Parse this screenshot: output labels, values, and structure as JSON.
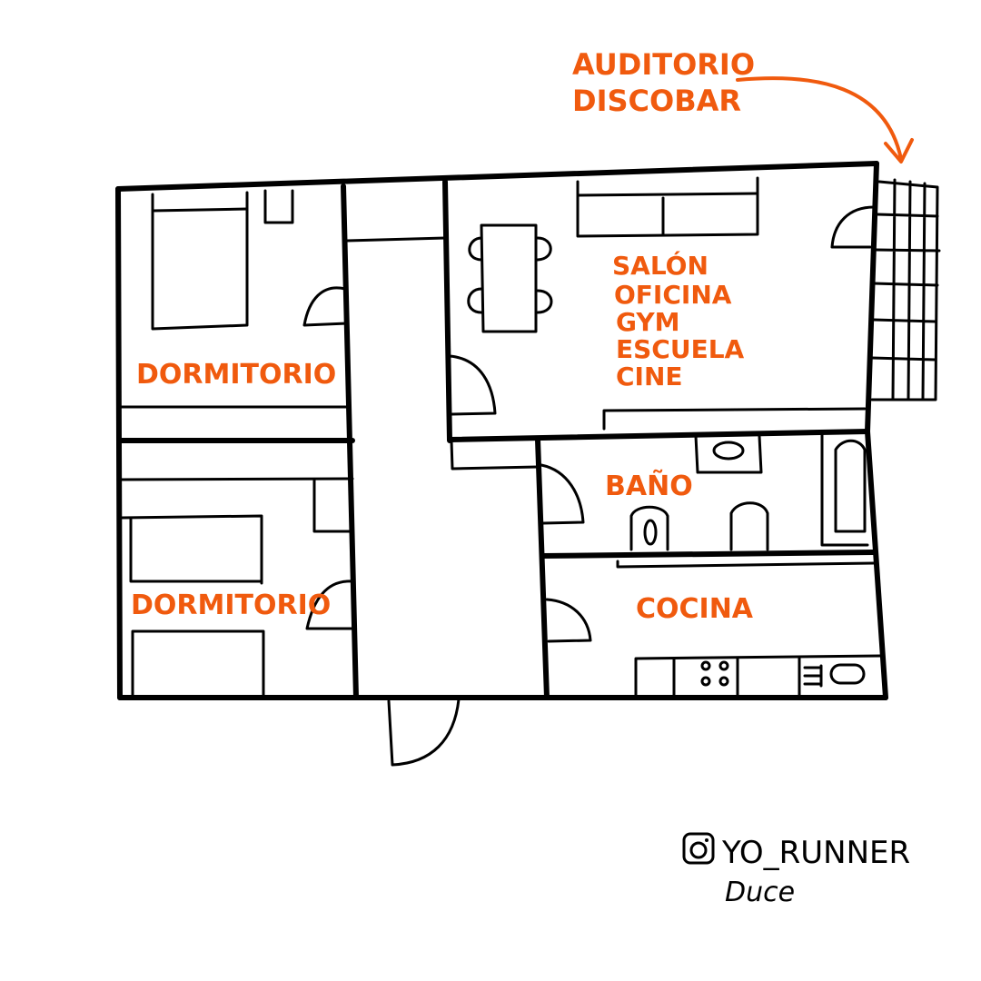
{
  "annotation": {
    "line1": "AUDITORIO",
    "line2": "DISCOBAR"
  },
  "rooms": {
    "bedroom_top": "DORMITORIO",
    "bedroom_bottom": "DORMITORIO",
    "living_uses": [
      "SALÓN",
      "OFICINA",
      "GYM",
      "ESCUELA",
      "CINE"
    ],
    "bathroom": "BAÑO",
    "kitchen": "COCINA"
  },
  "credits": {
    "handle": "YO_RUNNER",
    "signature": "Duce"
  },
  "colors": {
    "accent": "#f05a0e",
    "ink": "#000000"
  },
  "icons": {
    "credit": "instagram-icon"
  }
}
